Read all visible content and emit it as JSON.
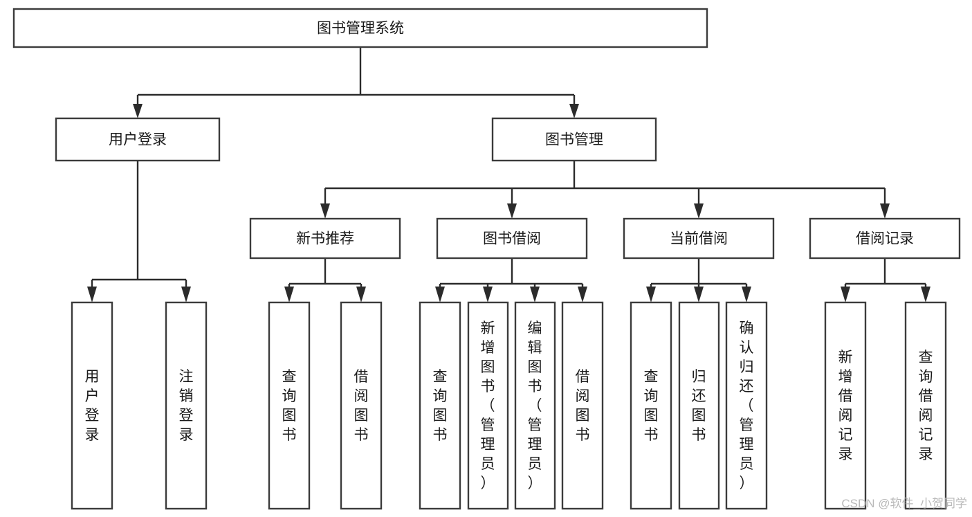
{
  "diagram": {
    "type": "tree-hierarchy",
    "title": "图书管理系统",
    "levels": 4,
    "orientation": "top-down",
    "colors": {
      "box_fill": "#ffffff",
      "box_stroke": "#3b3b3b",
      "connector": "#2b2b2b",
      "text": "#1a1a1a",
      "background": "#ffffff",
      "watermark": "#b9b9b9"
    },
    "root": {
      "id": "root",
      "label": "图书管理系统",
      "orientation": "horizontal"
    },
    "level2": [
      {
        "id": "user-login",
        "label": "用户登录",
        "orientation": "horizontal"
      },
      {
        "id": "book-management",
        "label": "图书管理",
        "orientation": "horizontal"
      }
    ],
    "level3": [
      {
        "id": "new-book-recommend",
        "label": "新书推荐",
        "orientation": "horizontal",
        "parent": "book-management"
      },
      {
        "id": "book-borrow",
        "label": "图书借阅",
        "orientation": "horizontal",
        "parent": "book-management"
      },
      {
        "id": "current-borrow",
        "label": "当前借阅",
        "orientation": "horizontal",
        "parent": "book-management"
      },
      {
        "id": "borrow-record",
        "label": "借阅记录",
        "orientation": "horizontal",
        "parent": "book-management"
      }
    ],
    "leaves": [
      {
        "id": "leaf-user-login",
        "label": "用户登录",
        "orientation": "vertical",
        "parent": "user-login"
      },
      {
        "id": "leaf-user-logout",
        "label": "注销登录",
        "orientation": "vertical",
        "parent": "user-login"
      },
      {
        "id": "leaf-query-book-1",
        "label": "查询图书",
        "orientation": "vertical",
        "parent": "new-book-recommend"
      },
      {
        "id": "leaf-borrow-book-1",
        "label": "借阅图书",
        "orientation": "vertical",
        "parent": "new-book-recommend"
      },
      {
        "id": "leaf-query-book-2",
        "label": "查询图书",
        "orientation": "vertical",
        "parent": "book-borrow"
      },
      {
        "id": "leaf-add-book",
        "label": "新增图书（管理员）",
        "orientation": "vertical",
        "parent": "book-borrow"
      },
      {
        "id": "leaf-edit-book",
        "label": "编辑图书（管理员）",
        "orientation": "vertical",
        "parent": "book-borrow"
      },
      {
        "id": "leaf-borrow-book-2",
        "label": "借阅图书",
        "orientation": "vertical",
        "parent": "book-borrow"
      },
      {
        "id": "leaf-query-book-3",
        "label": "查询图书",
        "orientation": "vertical",
        "parent": "current-borrow"
      },
      {
        "id": "leaf-return-book",
        "label": "归还图书",
        "orientation": "vertical",
        "parent": "current-borrow"
      },
      {
        "id": "leaf-confirm-return",
        "label": "确认归还（管理员）",
        "orientation": "vertical",
        "parent": "current-borrow"
      },
      {
        "id": "leaf-add-record",
        "label": "新增借阅记录",
        "orientation": "vertical",
        "parent": "borrow-record"
      },
      {
        "id": "leaf-query-record",
        "label": "查询借阅记录",
        "orientation": "vertical",
        "parent": "borrow-record"
      }
    ]
  },
  "watermark": {
    "text": "CSDN @软件_小贺同学"
  }
}
